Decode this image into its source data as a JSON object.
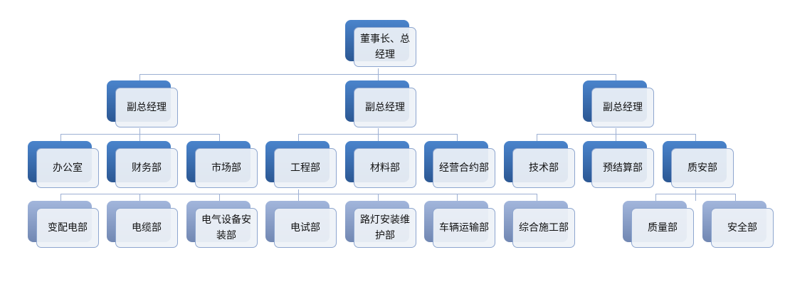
{
  "root": "董事长、总经理",
  "vps": [
    "副总经理",
    "副总经理",
    "副总经理"
  ],
  "depts": [
    "办公室",
    "财务部",
    "市场部",
    "工程部",
    "材料部",
    "经营合约部",
    "技术部",
    "预结算部",
    "质安部"
  ],
  "sub_engineering": [
    "变配电部",
    "电缆部",
    "电气设备安装部",
    "电试部",
    "路灯安装维护部",
    "车辆运输部",
    "综合施工部"
  ],
  "sub_quality": [
    "质量部",
    "安全部"
  ],
  "colors": {
    "dark": "#2b5793",
    "light": "#8ea2cc",
    "line": "#9db0d3"
  }
}
